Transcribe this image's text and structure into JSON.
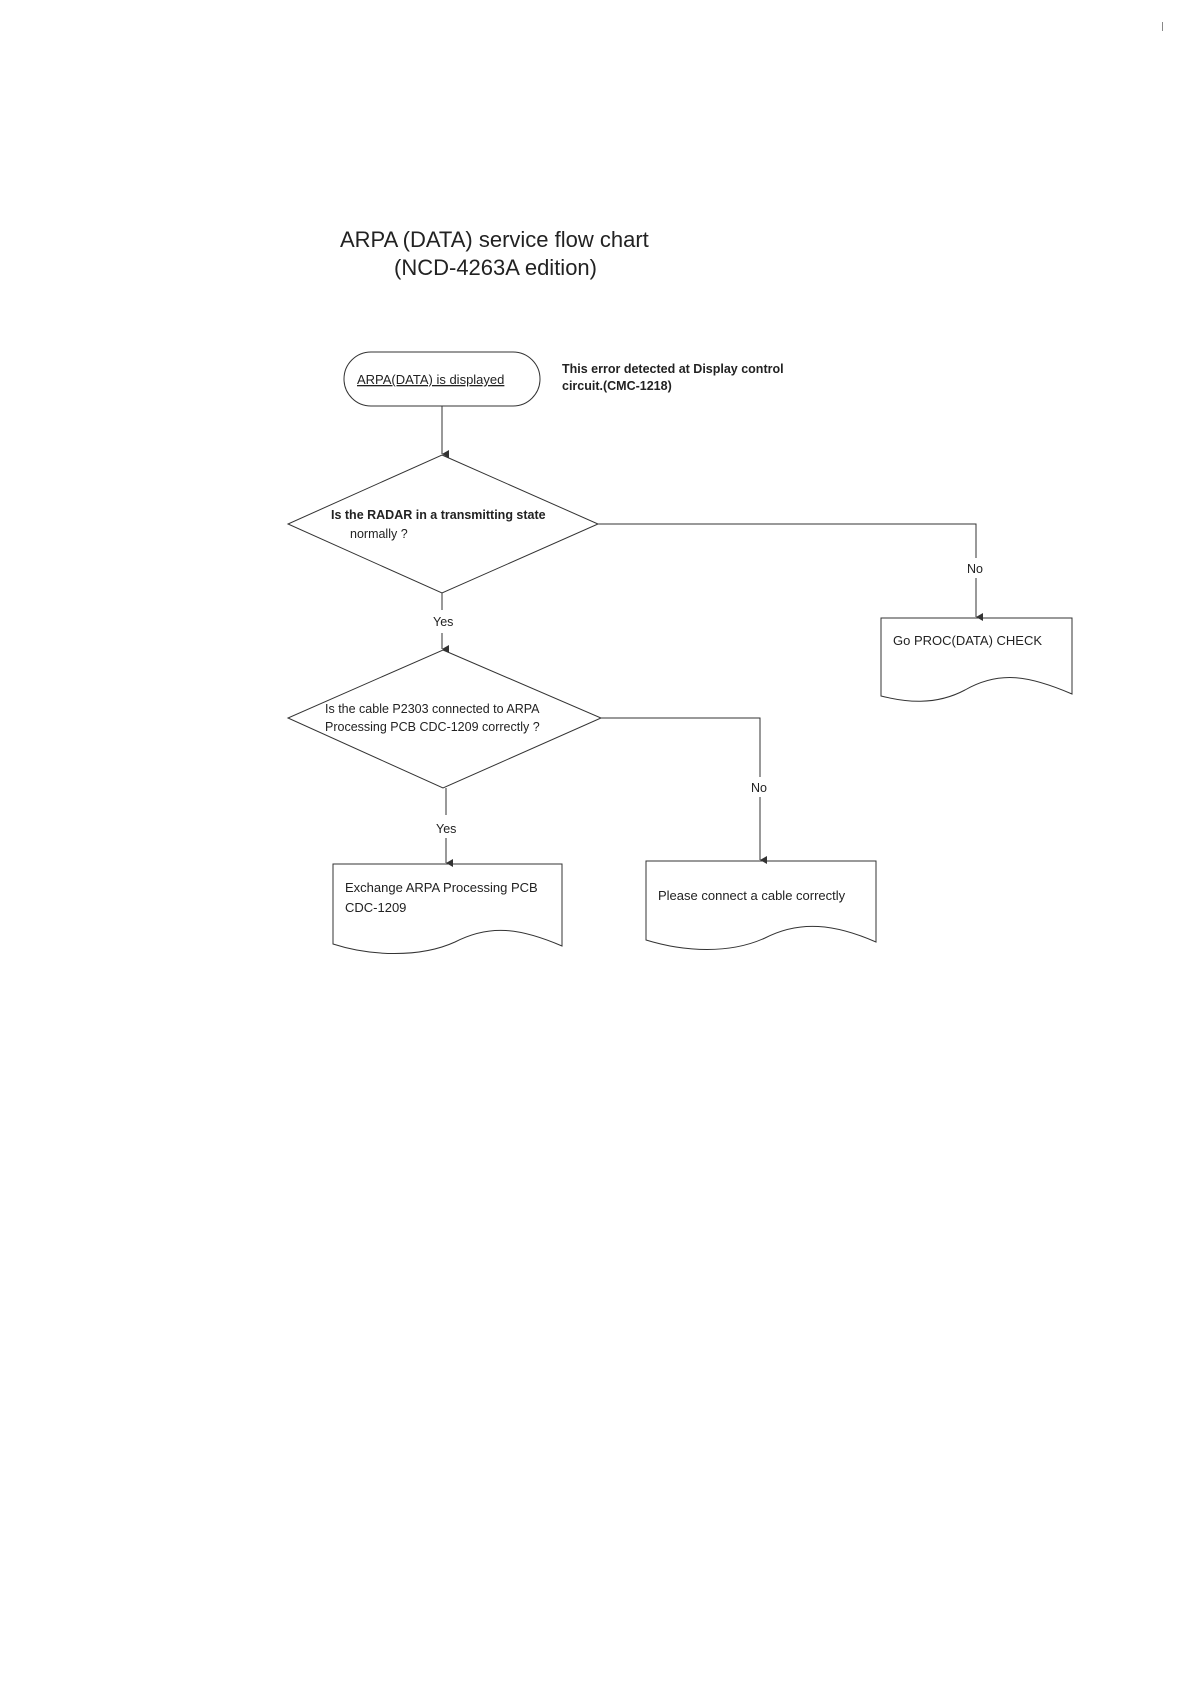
{
  "title": {
    "line1": "ARPA (DATA) service flow chart",
    "line2": "(NCD-4263A edition)"
  },
  "start": {
    "label": "ARPA(DATA)   is displayed"
  },
  "start_note": {
    "line1": "This error detected at Display control",
    "line2": "circuit.(CMC-1218)"
  },
  "decision1": {
    "line1": "Is the RADAR in a transmitting state",
    "line2": "normally ?"
  },
  "decision2": {
    "line1": "Is the cable P2303 connected to ARPA",
    "line2": "Processing PCB CDC-1209 correctly ?"
  },
  "branches": {
    "yes": "Yes",
    "no": "No"
  },
  "doc_proc": {
    "label": "Go  PROC(DATA)  CHECK"
  },
  "doc_exchange": {
    "line1": "Exchange ARPA Processing PCB",
    "line2": "CDC-1209"
  },
  "doc_connect": {
    "label": "Please connect a cable correctly"
  }
}
